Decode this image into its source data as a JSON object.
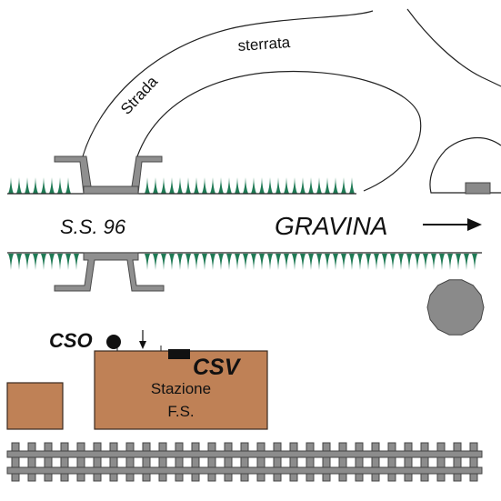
{
  "labels": {
    "strada": "Strada",
    "sterrata": "sterrata",
    "road_name": "S.S. 96",
    "direction": "GRAVINA",
    "cso": "CSO",
    "csv": "CSV",
    "station_line1": "Stazione",
    "station_line2": "F.S."
  },
  "colors": {
    "vegetation": "#1f7a55",
    "vegetation_light": "#bfe3d0",
    "culvert": "#8f8f8f",
    "culvert_stroke": "#4a4a4a",
    "building": "#bf8156",
    "building_stroke": "#3a2a20",
    "roundabout": "#8a8a8a",
    "rail": "#8c8c8c",
    "line": "#222222"
  },
  "icons": {
    "direction_arrow": "right-arrow-icon",
    "cso_marker": "filled-circle-icon",
    "pointer": "down-arrow-icon"
  }
}
